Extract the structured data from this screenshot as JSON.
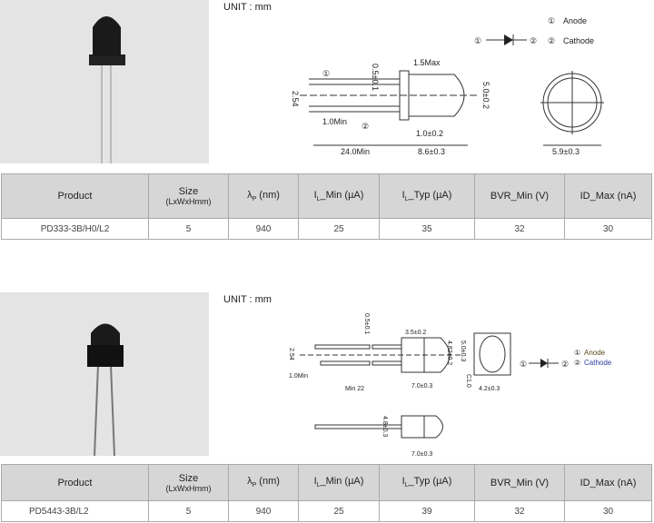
{
  "unit_label": "UNIT : mm",
  "headers": {
    "product": "Product",
    "size": "Size",
    "size_unit": "(LxWxHmm)",
    "lambda": "λ",
    "lambda_sub": "P",
    "lambda_unit": " (nm)",
    "il_min_pre": "I",
    "il_sub": "L",
    "il_min": "_Min (µA)",
    "il_typ": "_Typ (µA)",
    "bvr": "BVR_Min (V)",
    "id": "ID_Max (nA)"
  },
  "products": [
    {
      "product": "PD333-3B/H0/L2",
      "size": "5",
      "lambda": "940",
      "il_min": "25",
      "il_typ": "35",
      "bvr": "32",
      "id_max": "30"
    },
    {
      "product": "PD5443-3B/L2",
      "size": "5",
      "lambda": "940",
      "il_min": "25",
      "il_typ": "39",
      "bvr": "32",
      "id_max": "30"
    }
  ],
  "diagram1": {
    "anode": "Anode",
    "cathode": "Cathode",
    "pin1": "①",
    "pin2": "②",
    "d1": "0.5±0.1",
    "d2": "1.5Max",
    "d3": "2.54",
    "d4": "1.0Min",
    "d5": "1.0±0.2",
    "d6": "24.0Min",
    "d7": "8.6±0.3",
    "d8": "5.0±0.2",
    "d9": "5.9±0.3"
  },
  "diagram2": {
    "anode": "Anode",
    "cathode": "Cathode",
    "pin1": "①",
    "pin2": "②",
    "d1": "0.5±0.1",
    "d2": "3.5±0.2",
    "d3": "2.54",
    "d4": "1.0Min",
    "d5": "Min 22",
    "d6": "7.0±0.3",
    "d7": "4.82±0.2",
    "d8": "5.0±0.3",
    "d9": "4.2±0.3",
    "d10": "C1.0",
    "d11": "4.8±0.3",
    "d12": "7.0±0.3"
  },
  "colors": {
    "anode2": "#5a4a1a",
    "cathode2": "#2a3a9a"
  }
}
